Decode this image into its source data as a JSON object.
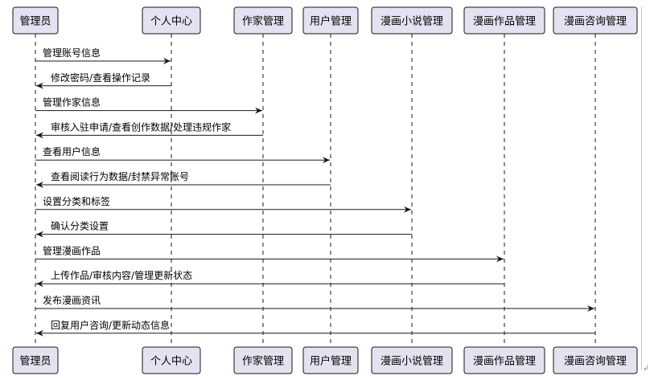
{
  "colors": {
    "box_fill": "#e2e2f0",
    "box_stroke": "#181818",
    "lifeline": "#181818",
    "arrow": "#181818",
    "text": "#000000"
  },
  "participants": [
    {
      "id": "admin",
      "label": "管理员"
    },
    {
      "id": "profile",
      "label": "个人中心"
    },
    {
      "id": "author",
      "label": "作家管理"
    },
    {
      "id": "user",
      "label": "用户管理"
    },
    {
      "id": "novel",
      "label": "漫画小说管理"
    },
    {
      "id": "works",
      "label": "漫画作品管理"
    },
    {
      "id": "consult",
      "label": "漫画咨询管理"
    }
  ],
  "messages": [
    {
      "from": 0,
      "to": 1,
      "label": "管理账号信息"
    },
    {
      "from": 1,
      "to": 0,
      "label": "修改密码/查看操作记录"
    },
    {
      "from": 0,
      "to": 2,
      "label": "管理作家信息"
    },
    {
      "from": 2,
      "to": 0,
      "label": "审核入驻申请/查看创作数据/处理违规作家"
    },
    {
      "from": 0,
      "to": 3,
      "label": "查看用户信息"
    },
    {
      "from": 3,
      "to": 0,
      "label": "查看阅读行为数据/封禁异常账号"
    },
    {
      "from": 0,
      "to": 4,
      "label": "设置分类和标签"
    },
    {
      "from": 4,
      "to": 0,
      "label": "确认分类设置"
    },
    {
      "from": 0,
      "to": 5,
      "label": "管理漫画作品"
    },
    {
      "from": 5,
      "to": 0,
      "label": "上传作品/审核内容/管理更新状态"
    },
    {
      "from": 0,
      "to": 6,
      "label": "发布漫画资讯"
    },
    {
      "from": 6,
      "to": 0,
      "label": "回复用户咨询/更新动态信息"
    }
  ],
  "corner_mark": "↲"
}
